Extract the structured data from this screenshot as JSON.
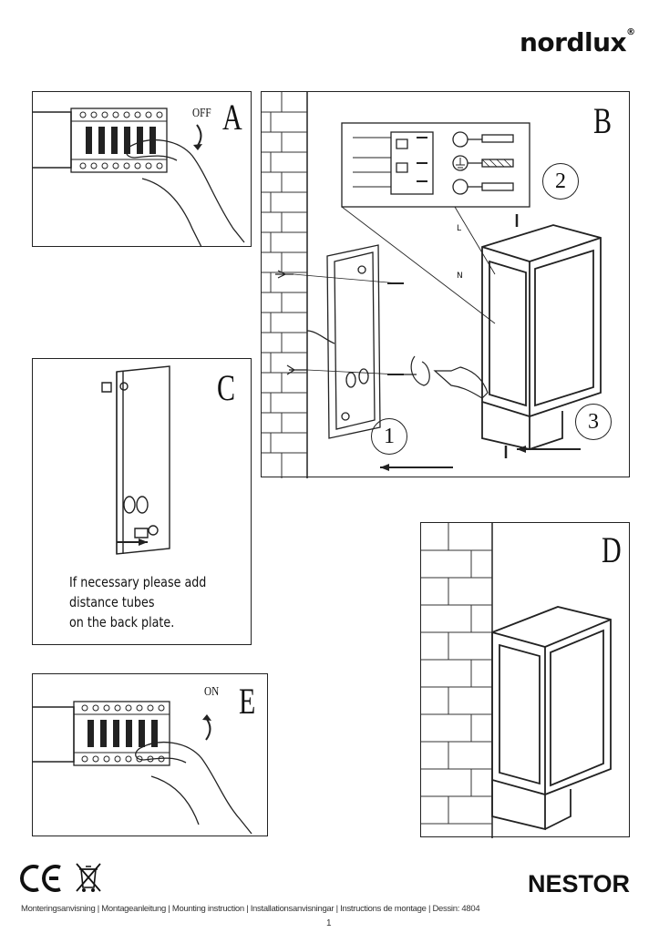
{
  "header": {
    "brand": "nordlux",
    "brand_mark": "®"
  },
  "panels": {
    "A": {
      "letter": "A",
      "step_label": "OFF"
    },
    "B": {
      "letter": "B",
      "callouts": [
        "1",
        "2",
        "3"
      ],
      "terminals": [
        "L",
        "N"
      ]
    },
    "C": {
      "letter": "C",
      "note_lines": [
        "If necessary please add",
        "distance tubes",
        "on the back plate."
      ]
    },
    "D": {
      "letter": "D"
    },
    "E": {
      "letter": "E",
      "step_label": "ON"
    }
  },
  "footer": {
    "product": "NESTOR",
    "instructions": "Monteringsanvisning | Montageanleitung | Mounting instruction | Installationsanvisningar | Instructions de montage | Dessin: 4804",
    "page_number": "1",
    "certification_marks": [
      "ce-mark-icon",
      "weee-bin-icon"
    ]
  }
}
